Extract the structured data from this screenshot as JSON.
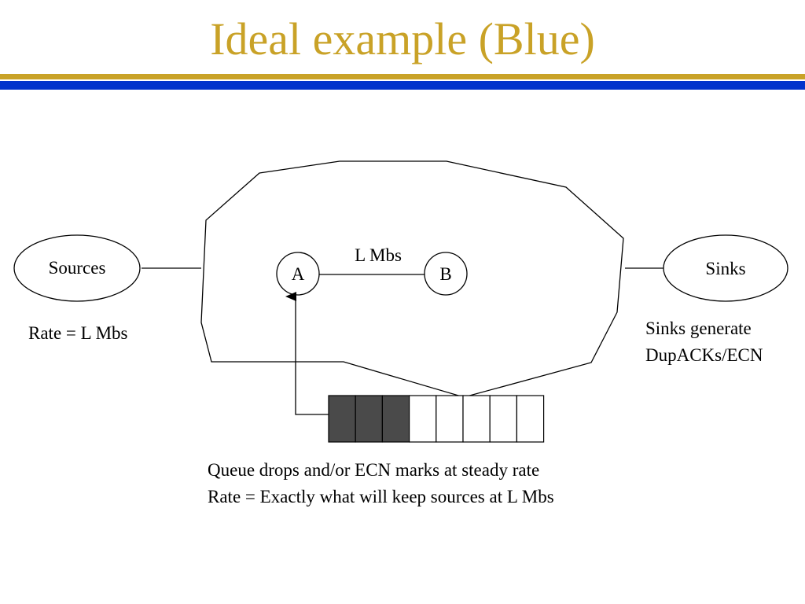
{
  "title": "Ideal example (Blue)",
  "colors": {
    "title": "#c9a227",
    "rule_gold": "#c9a227",
    "rule_blue": "#0033cc",
    "queue_filled": "#4a4a4a",
    "queue_empty": "#ffffff"
  },
  "sources": {
    "label": "Sources",
    "rate": "Rate = L Mbs"
  },
  "sinks": {
    "label": "Sinks",
    "note_line1": "Sinks generate",
    "note_line2": "DupACKs/ECN"
  },
  "nodes": {
    "a": "A",
    "b": "B"
  },
  "link": {
    "label": "L Mbs"
  },
  "queue": {
    "total_slots": 8,
    "filled_slots": 3
  },
  "caption": {
    "line1": "Queue drops and/or ECN marks at steady rate",
    "line2": "Rate = Exactly what will keep sources at L Mbs"
  }
}
